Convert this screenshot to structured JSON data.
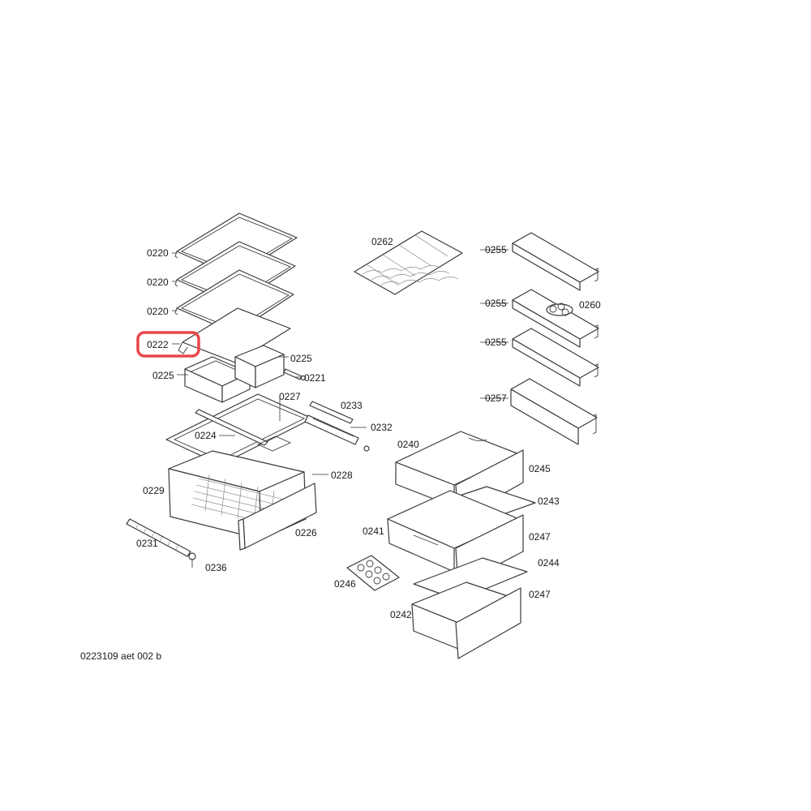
{
  "diagram": {
    "reference_code": "0223109 aet 002 b",
    "highlight_color": "#e8474a",
    "highlighted_part": "0222",
    "labels": {
      "p0220a": "0220",
      "p0220b": "0220",
      "p0220c": "0220",
      "p0222": "0222",
      "p0225a": "0225",
      "p0225b": "0225",
      "p0221": "0221",
      "p0227": "0227",
      "p0233": "0233",
      "p0224": "0224",
      "p0232": "0232",
      "p0229": "0229",
      "p0228": "0228",
      "p0226": "0226",
      "p0231": "0231",
      "p0236": "0236",
      "p0262": "0262",
      "p0255a": "0255",
      "p0255b": "0255",
      "p0255c": "0255",
      "p0260": "0260",
      "p0257": "0257",
      "p0240": "0240",
      "p0245": "0245",
      "p0243": "0243",
      "p0241": "0241",
      "p0247a": "0247",
      "p0247b": "0247",
      "p0244": "0244",
      "p0246": "0246",
      "p0242": "0242"
    }
  }
}
